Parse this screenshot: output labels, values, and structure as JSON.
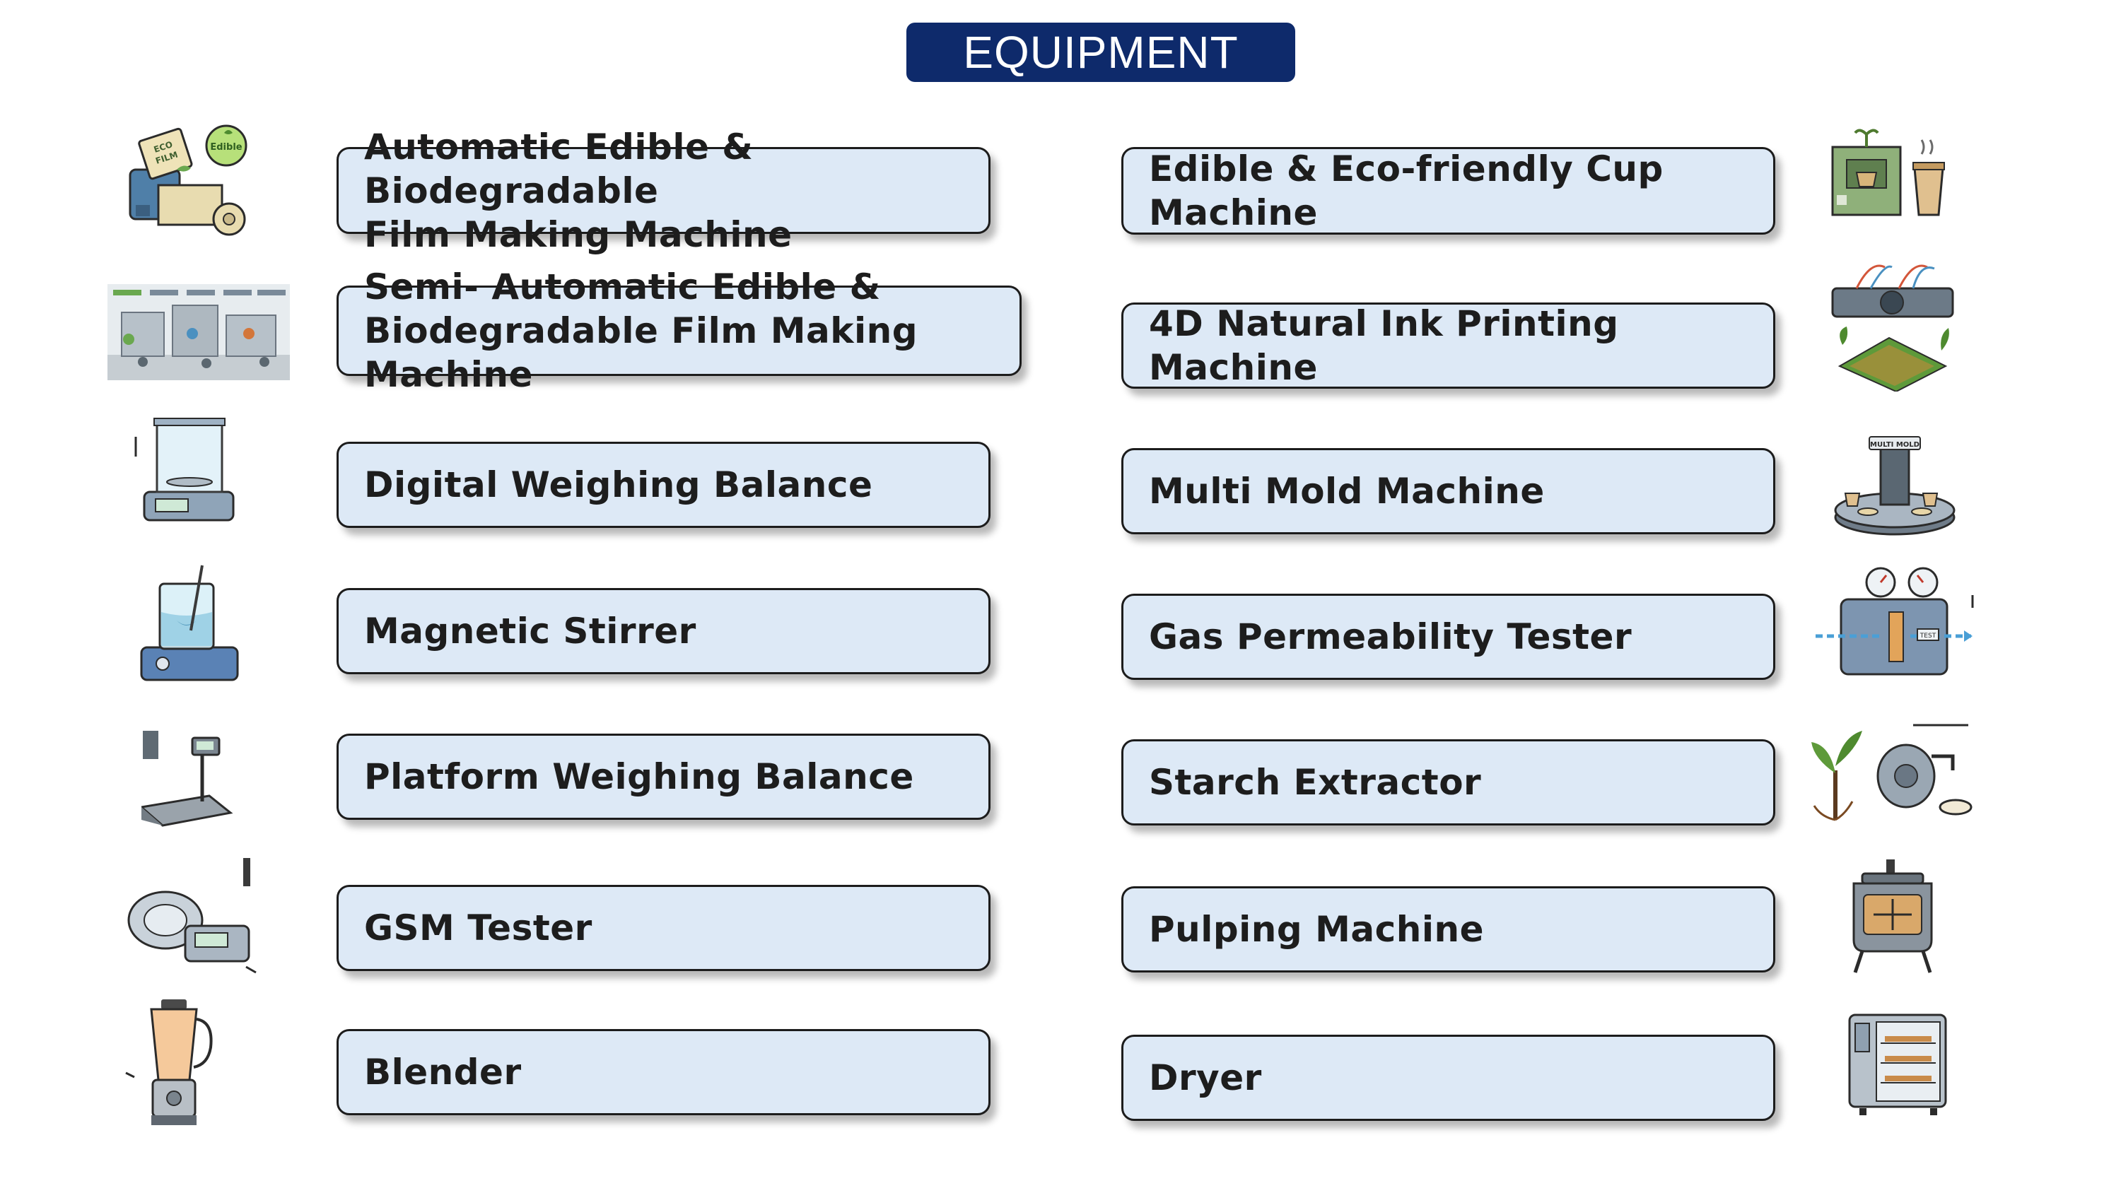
{
  "title": "EQUIPMENT",
  "left": [
    {
      "label": "Automatic Edible & Biodegradable\nFilm Making Machine",
      "icon": "film-roll-icon"
    },
    {
      "label": "Semi- Automatic Edible &\nBiodegradable Film Making Machine",
      "icon": "production-line-icon"
    },
    {
      "label": "Digital Weighing Balance",
      "icon": "analytical-balance-icon"
    },
    {
      "label": "Magnetic Stirrer",
      "icon": "magnetic-stirrer-icon"
    },
    {
      "label": "Platform Weighing Balance",
      "icon": "platform-scale-icon"
    },
    {
      "label": "GSM Tester",
      "icon": "gsm-tester-icon"
    },
    {
      "label": "Blender",
      "icon": "blender-icon"
    }
  ],
  "right": [
    {
      "label": "Edible & Eco-friendly Cup\nMachine",
      "icon": "cup-machine-icon"
    },
    {
      "label": "4D Natural Ink Printing Machine",
      "icon": "printer-icon"
    },
    {
      "label": "Multi Mold Machine",
      "icon": "multi-mold-icon"
    },
    {
      "label": "Gas Permeability Tester",
      "icon": "gas-tester-icon"
    },
    {
      "label": "Starch Extractor",
      "icon": "starch-extractor-icon"
    },
    {
      "label": "Pulping Machine",
      "icon": "pulping-machine-icon"
    },
    {
      "label": "Dryer",
      "icon": "dryer-icon"
    }
  ],
  "icon_labels": {
    "eco_film": "ECO\nFILM",
    "edible": "Edible",
    "multi_mold": "MULTI MOLD",
    "test": "TEST"
  },
  "colors": {
    "title_bg": "#0e2a6b",
    "pill_bg": "#dde9f6",
    "pill_border": "#1c1c1c"
  }
}
